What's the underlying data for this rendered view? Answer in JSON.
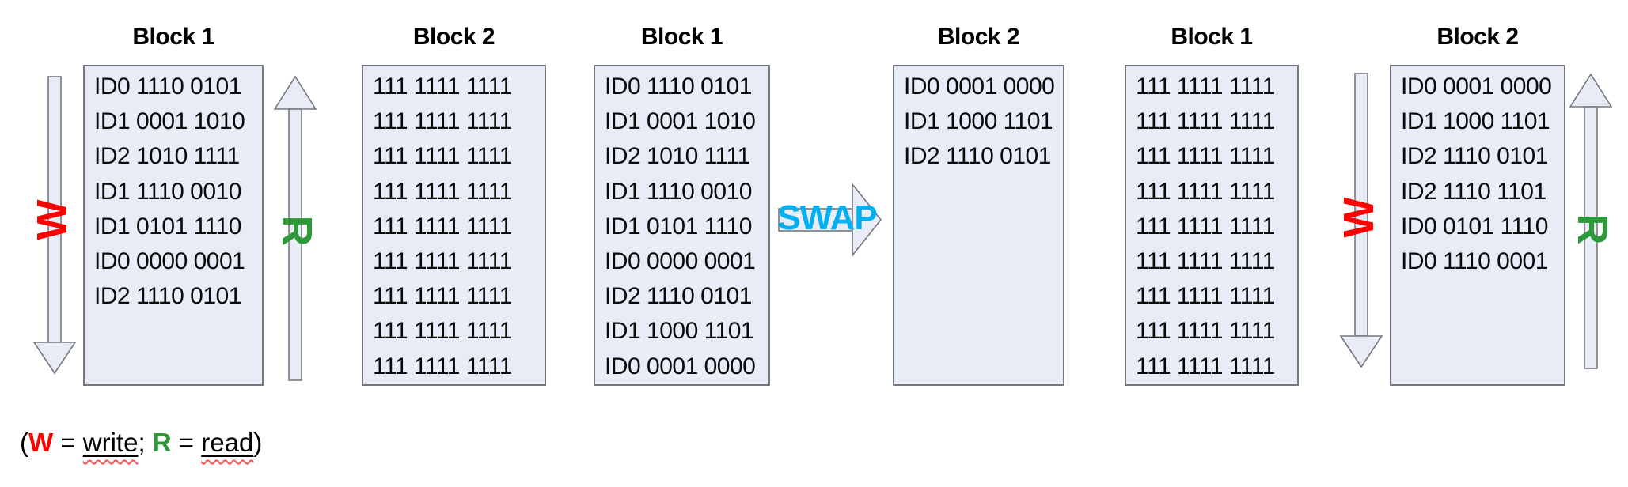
{
  "colors": {
    "write": "#FF0000",
    "read": "#2E9939",
    "swap": "#00B0F0",
    "box_fill": "#E8ECF6",
    "box_border": "#75787E"
  },
  "blocks": [
    {
      "title": "Block 1",
      "rows": [
        "ID0 1110 0101",
        "ID1 0001 1010",
        "ID2 1010 1111",
        "ID1 1110 0010",
        "ID1 0101 1110",
        "ID0 0000 0001",
        "ID2 1110 0101"
      ]
    },
    {
      "title": "Block 2",
      "rows": [
        "111 1111 1111",
        "111 1111 1111",
        "111 1111 1111",
        "111 1111 1111",
        "111 1111 1111",
        "111 1111 1111",
        "111 1111 1111",
        "111 1111 1111",
        "111 1111 1111"
      ]
    },
    {
      "title": "Block 1",
      "rows": [
        "ID0 1110 0101",
        "ID1 0001 1010",
        "ID2 1010 1111",
        "ID1 1110 0010",
        "ID1 0101 1110",
        "ID0 0000 0001",
        "ID2 1110 0101",
        "ID1 1000 1101",
        "ID0 0001 0000"
      ]
    },
    {
      "title": "Block 2",
      "rows": [
        "ID0 0001 0000",
        "ID1 1000 1101",
        "ID2 1110 0101"
      ]
    },
    {
      "title": "Block 1",
      "rows": [
        "111 1111 1111",
        "111 1111 1111",
        "111 1111 1111",
        "111 1111 1111",
        "111 1111 1111",
        "111 1111 1111",
        "111 1111 1111",
        "111 1111 1111",
        "111 1111 1111"
      ]
    },
    {
      "title": "Block 2",
      "rows": [
        "ID0 0001 0000",
        "ID1 1000 1101",
        "ID2 1110 0101",
        "ID2 1110 1101",
        "ID0 0101 1110",
        "ID0 1110 0001"
      ]
    }
  ],
  "arrows": {
    "write_label": "W",
    "read_label": "R",
    "swap_label": "SWAP",
    "write_direction": "down",
    "read_direction": "up",
    "swap_direction": "right"
  },
  "legend": {
    "open_paren": "(",
    "write_letter": "W",
    "equals1": " = ",
    "write_word": "write",
    "separator": "; ",
    "read_letter": "R",
    "equals2": " = ",
    "read_word": "read",
    "close_paren": ")"
  }
}
